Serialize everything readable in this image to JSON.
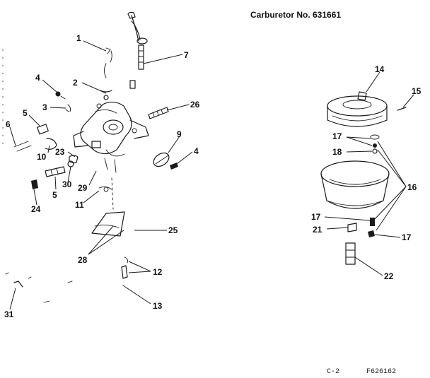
{
  "title": "Carburetor No. 631661",
  "footer_left": "C-2",
  "footer_right": "F626162",
  "callouts": [
    {
      "id": "1",
      "text": "1"
    },
    {
      "id": "7",
      "text": "7"
    },
    {
      "id": "2",
      "text": "2"
    },
    {
      "id": "4a",
      "text": "4"
    },
    {
      "id": "3",
      "text": "3"
    },
    {
      "id": "26",
      "text": "26"
    },
    {
      "id": "5a",
      "text": "5"
    },
    {
      "id": "6",
      "text": "6"
    },
    {
      "id": "9",
      "text": "9"
    },
    {
      "id": "10",
      "text": "10"
    },
    {
      "id": "23",
      "text": "23"
    },
    {
      "id": "4b",
      "text": "4"
    },
    {
      "id": "5b",
      "text": "5"
    },
    {
      "id": "30",
      "text": "30"
    },
    {
      "id": "29",
      "text": "29"
    },
    {
      "id": "24",
      "text": "24"
    },
    {
      "id": "11",
      "text": "11"
    },
    {
      "id": "25",
      "text": "25"
    },
    {
      "id": "28",
      "text": "28"
    },
    {
      "id": "12",
      "text": "12"
    },
    {
      "id": "13",
      "text": "13"
    },
    {
      "id": "31",
      "text": "31"
    },
    {
      "id": "14",
      "text": "14"
    },
    {
      "id": "15",
      "text": "15"
    },
    {
      "id": "17a",
      "text": "17"
    },
    {
      "id": "18",
      "text": "18"
    },
    {
      "id": "16",
      "text": "16"
    },
    {
      "id": "17b",
      "text": "17"
    },
    {
      "id": "21",
      "text": "21"
    },
    {
      "id": "17c",
      "text": "17"
    },
    {
      "id": "22",
      "text": "22"
    }
  ]
}
